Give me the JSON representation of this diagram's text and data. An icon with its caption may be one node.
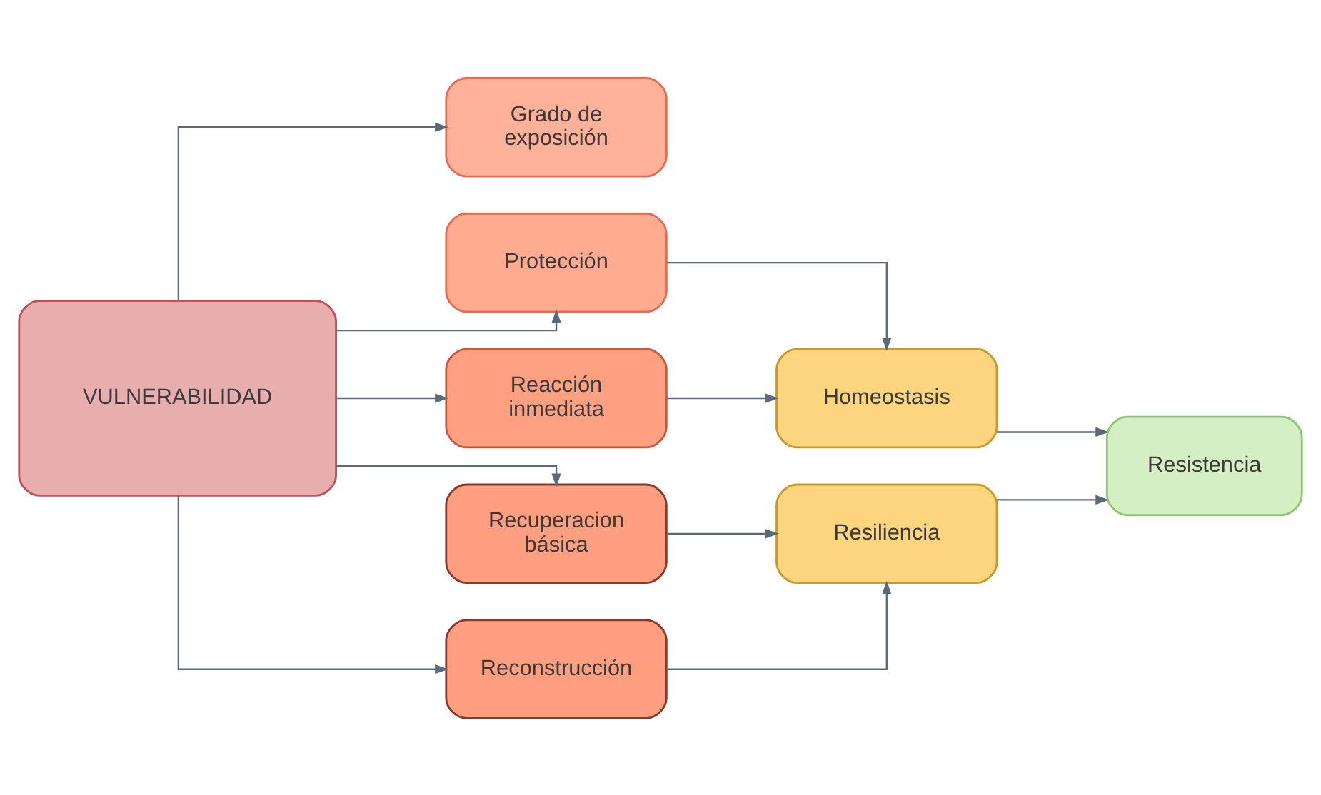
{
  "diagram": {
    "nodes": [
      {
        "text": [
          "VULNERABILIDAD"
        ]
      },
      {
        "text": [
          "Grado de exposición"
        ]
      },
      {
        "text": [
          "Protección"
        ]
      },
      {
        "text": [
          "Reacción inmediata"
        ]
      },
      {
        "text": [
          "Recuperacion básica"
        ]
      },
      {
        "text": [
          "Reconstrucción"
        ]
      },
      {
        "text": [
          "Homeostasis"
        ]
      },
      {
        "text": [
          "Resiliencia"
        ]
      },
      {
        "text": [
          "Resistencia"
        ]
      }
    ],
    "edges": [
      {
        "from": 0,
        "to": 1,
        "arrow": "to"
      },
      {
        "from": 0,
        "to": 2,
        "arrow": "to"
      },
      {
        "from": 0,
        "to": 3,
        "arrow": "to"
      },
      {
        "from": 0,
        "to": 4,
        "arrow": "to"
      },
      {
        "from": 0,
        "to": 5,
        "arrow": "to"
      },
      {
        "from": 2,
        "to": 6,
        "arrow": "to"
      },
      {
        "from": 3,
        "to": 6,
        "arrow": "to"
      },
      {
        "from": 4,
        "to": 7,
        "arrow": "to"
      },
      {
        "from": 5,
        "to": 7,
        "arrow": "to"
      },
      {
        "from": 6,
        "to": 8,
        "arrow": "to"
      },
      {
        "from": 7,
        "to": 8,
        "arrow": "to"
      }
    ]
  }
}
